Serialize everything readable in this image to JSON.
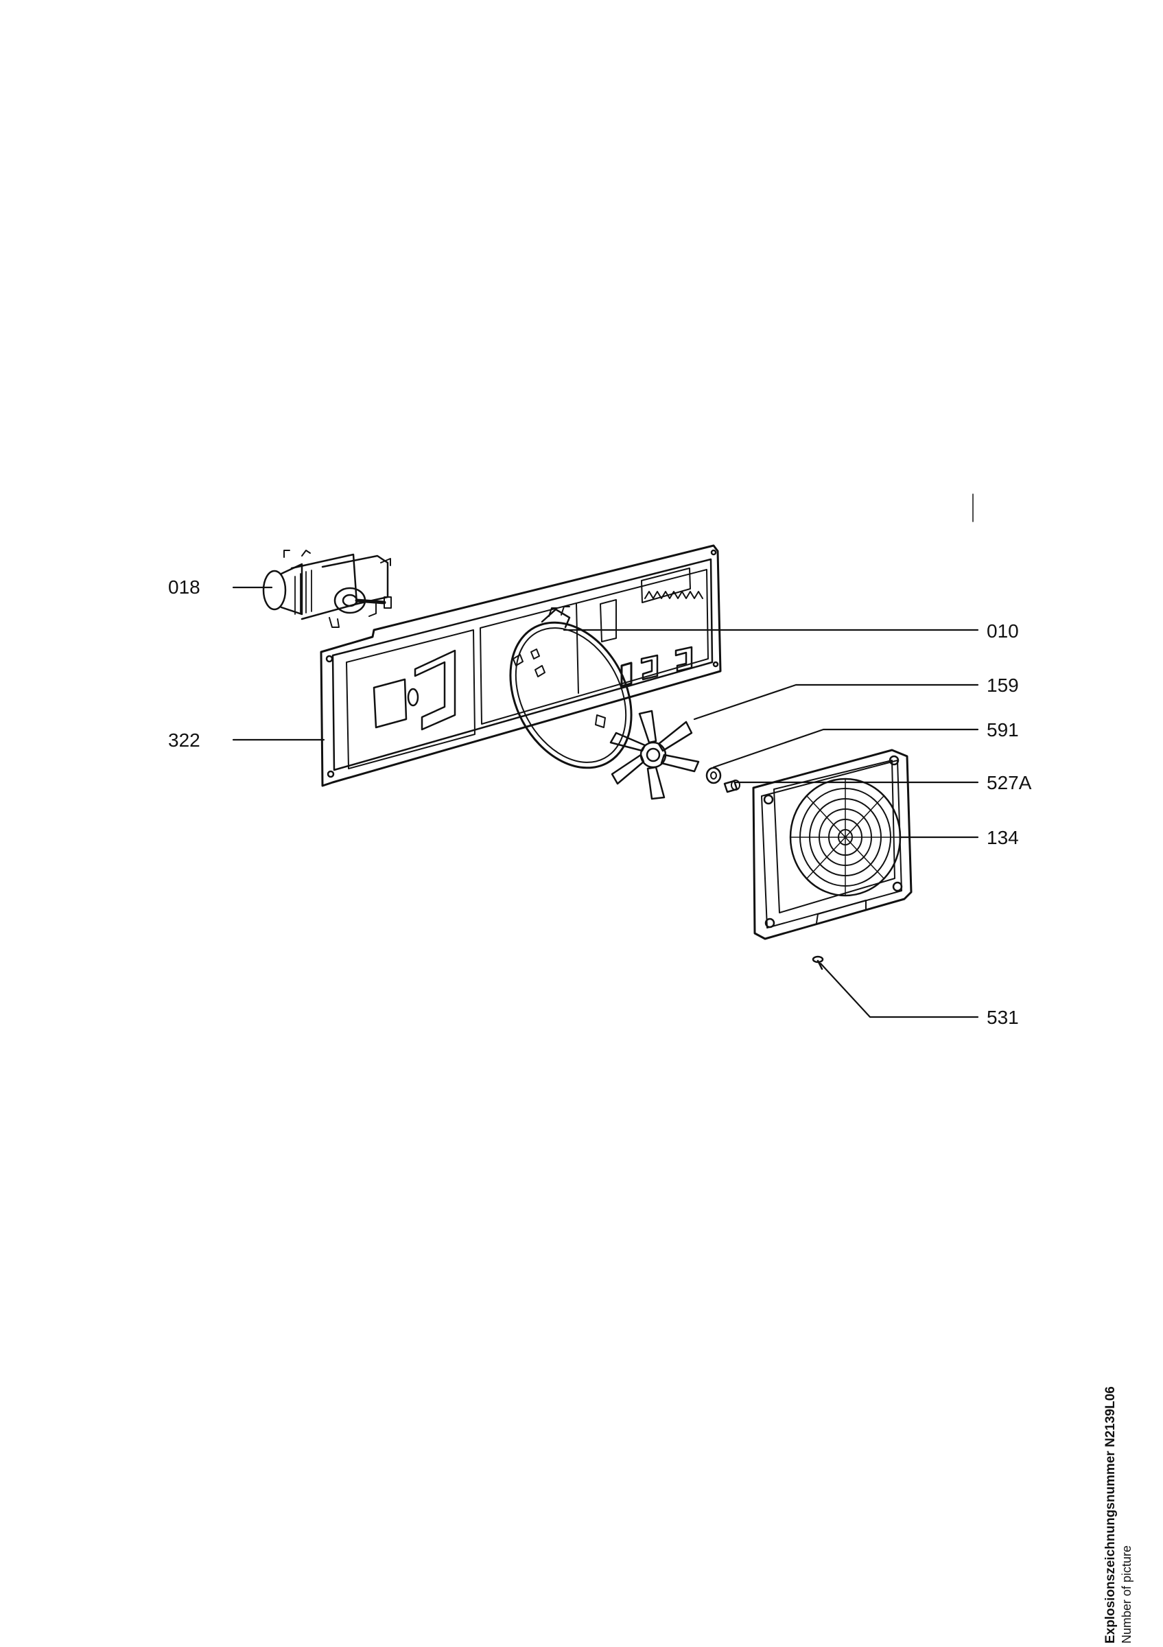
{
  "callouts": {
    "c018": "018",
    "c322": "322",
    "c010": "010",
    "c159": "159",
    "c591": "591",
    "c527a": "527A",
    "c134": "134",
    "c531": "531"
  },
  "footer": {
    "drawing_number": "Explosionszeichnungsnummer N2139L06",
    "caption": "Number of picture"
  },
  "colors": {
    "ink": "#111111",
    "paper": "#ffffff"
  }
}
